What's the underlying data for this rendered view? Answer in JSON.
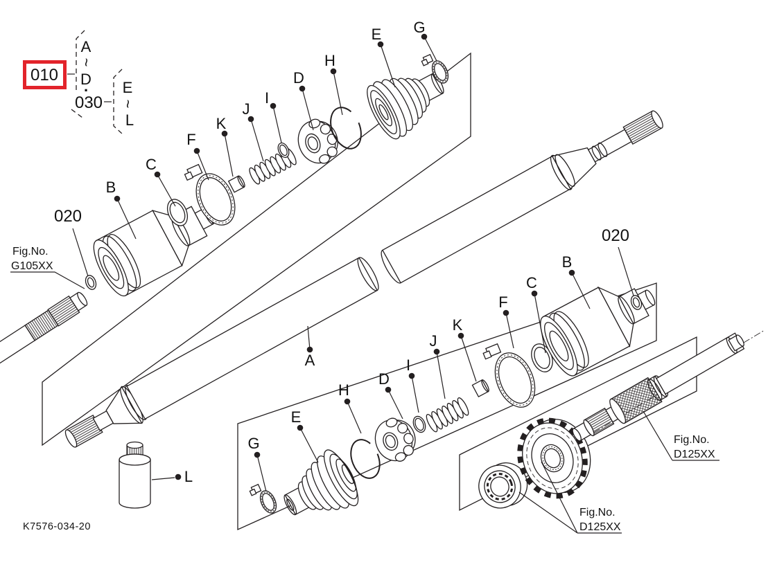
{
  "diagram": {
    "drawing_number": "K7576-034-20",
    "highlight_color": "#e2242b",
    "line_color": "#231f20",
    "legend": {
      "item1": "010",
      "item2": "030",
      "range1_start": "A",
      "range1_end": "D",
      "range2_start": "E",
      "range2_end": "L",
      "tilde": "~",
      "dot": "."
    },
    "refs": {
      "oring_left": "020",
      "oring_right": "020"
    },
    "fig_label": "Fig.No.",
    "fig_g105": "G105XX",
    "fig_d125": "D125XX",
    "callouts_upper": {
      "b": "B",
      "c": "C",
      "f": "F",
      "k": "K",
      "j": "J",
      "i": "I",
      "d": "D",
      "h": "H",
      "e": "E",
      "g": "G"
    },
    "callout_shaft": "A",
    "callouts_lower": {
      "g": "G",
      "e": "E",
      "h": "H",
      "d": "D",
      "i": "I",
      "j": "J",
      "k": "K",
      "f": "F",
      "c": "C",
      "b": "B"
    },
    "callout_grease": "L"
  }
}
